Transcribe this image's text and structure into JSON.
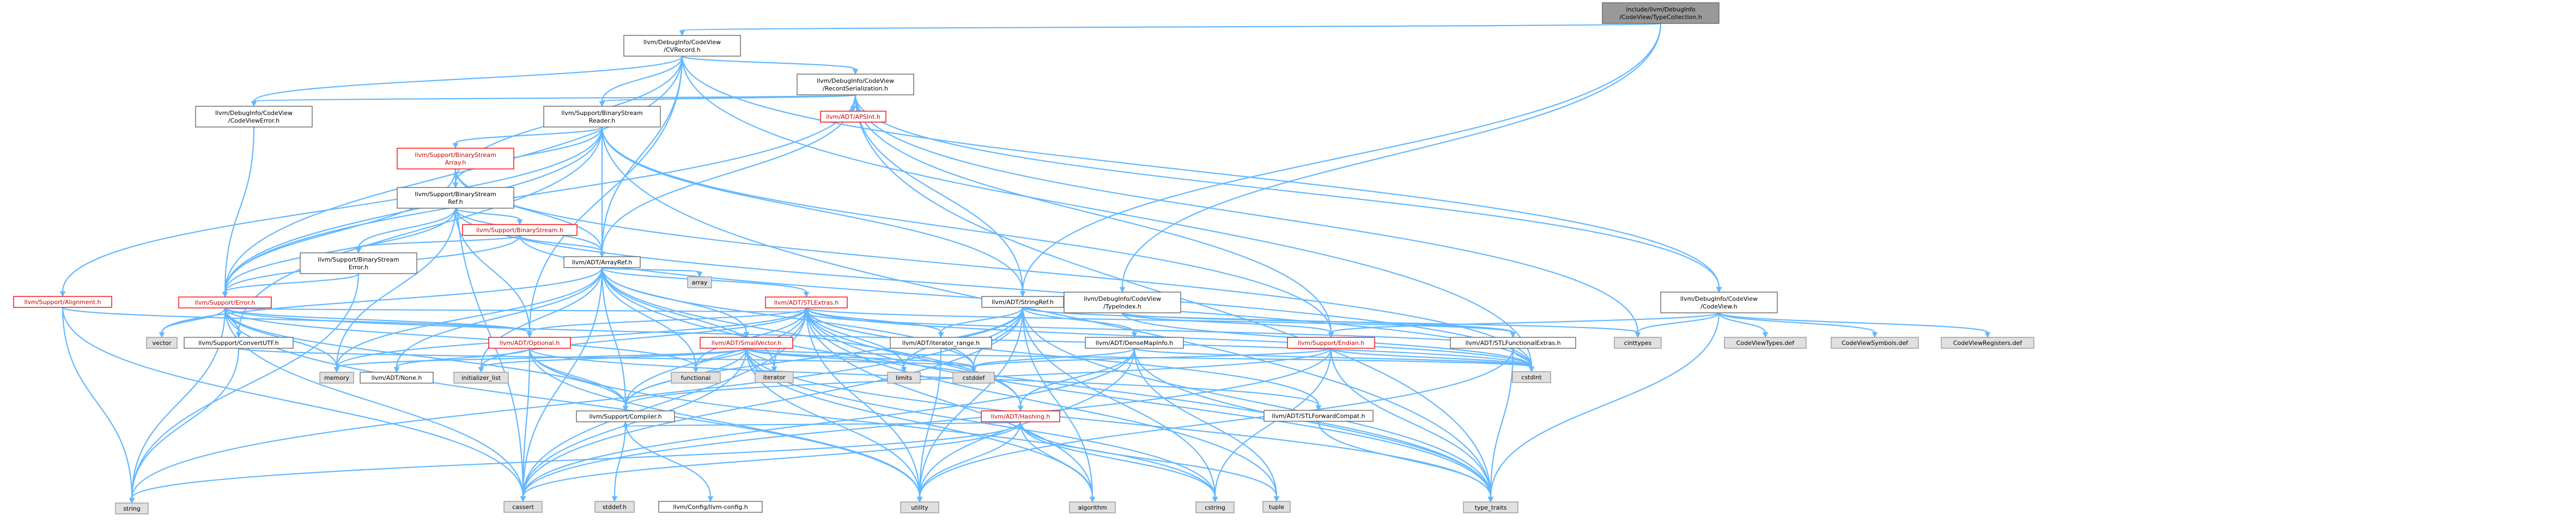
{
  "graph": {
    "colors": {
      "edge": "#63b8ff",
      "root_fill": "#999999",
      "border": "#666666",
      "red": "#ff0000",
      "system_fill": "#e0e0e0"
    },
    "nodes": [
      {
        "id": "root",
        "lines": [
          "include/llvm/DebugInfo",
          "/CodeView/TypeCollection.h"
        ],
        "type": "root"
      },
      {
        "id": "cvrecord",
        "lines": [
          "llvm/DebugInfo/CodeView",
          "/CVRecord.h"
        ],
        "type": "file"
      },
      {
        "id": "recser",
        "lines": [
          "llvm/DebugInfo/CodeView",
          "/RecordSerialization.h"
        ],
        "type": "file"
      },
      {
        "id": "cverror",
        "lines": [
          "llvm/DebugInfo/CodeView",
          "/CodeViewError.h"
        ],
        "type": "file"
      },
      {
        "id": "bsreader",
        "lines": [
          "llvm/Support/BinaryStream",
          "Reader.h"
        ],
        "type": "file"
      },
      {
        "id": "apsint",
        "lines": [
          "llvm/ADT/APSInt.h"
        ],
        "type": "red"
      },
      {
        "id": "bsarray",
        "lines": [
          "llvm/Support/BinaryStream",
          "Array.h"
        ],
        "type": "red"
      },
      {
        "id": "bsref",
        "lines": [
          "llvm/Support/BinaryStream",
          "Ref.h"
        ],
        "type": "file"
      },
      {
        "id": "bstream",
        "lines": [
          "llvm/Support/BinaryStream.h"
        ],
        "type": "red"
      },
      {
        "id": "bserror",
        "lines": [
          "llvm/Support/BinaryStream",
          "Error.h"
        ],
        "type": "file"
      },
      {
        "id": "arrayref",
        "lines": [
          "llvm/ADT/ArrayRef.h"
        ],
        "type": "file"
      },
      {
        "id": "alignment",
        "lines": [
          "llvm/Support/Alignment.h"
        ],
        "type": "red"
      },
      {
        "id": "error",
        "lines": [
          "llvm/Support/Error.h"
        ],
        "type": "red"
      },
      {
        "id": "stlextras",
        "lines": [
          "llvm/ADT/STLExtras.h"
        ],
        "type": "red"
      },
      {
        "id": "stringref",
        "lines": [
          "llvm/ADT/StringRef.h"
        ],
        "type": "file"
      },
      {
        "id": "typeindex",
        "lines": [
          "llvm/DebugInfo/CodeView",
          "/TypeIndex.h"
        ],
        "type": "file"
      },
      {
        "id": "codeview",
        "lines": [
          "llvm/DebugInfo/CodeView",
          "/CodeView.h"
        ],
        "type": "file"
      },
      {
        "id": "array",
        "lines": [
          "array"
        ],
        "type": "sys"
      },
      {
        "id": "convertutf",
        "lines": [
          "llvm/Support/ConvertUTF.h"
        ],
        "type": "file"
      },
      {
        "id": "optional",
        "lines": [
          "llvm/ADT/Optional.h"
        ],
        "type": "red"
      },
      {
        "id": "smallvector",
        "lines": [
          "llvm/ADT/SmallVector.h"
        ],
        "type": "red"
      },
      {
        "id": "iterrange",
        "lines": [
          "llvm/ADT/iterator_range.h"
        ],
        "type": "file"
      },
      {
        "id": "densemapinfo",
        "lines": [
          "llvm/ADT/DenseMapInfo.h"
        ],
        "type": "file"
      },
      {
        "id": "endian",
        "lines": [
          "llvm/Support/Endian.h"
        ],
        "type": "red"
      },
      {
        "id": "stlfunc",
        "lines": [
          "llvm/ADT/STLFunctionalExtras.h"
        ],
        "type": "file"
      },
      {
        "id": "vector",
        "lines": [
          "vector"
        ],
        "type": "sys"
      },
      {
        "id": "none",
        "lines": [
          "llvm/ADT/None.h"
        ],
        "type": "file"
      },
      {
        "id": "compiler",
        "lines": [
          "llvm/Support/Compiler.h"
        ],
        "type": "file"
      },
      {
        "id": "hashing",
        "lines": [
          "llvm/ADT/Hashing.h"
        ],
        "type": "red"
      },
      {
        "id": "stlfwd",
        "lines": [
          "llvm/ADT/STLForwardCompat.h"
        ],
        "type": "file"
      },
      {
        "id": "memory",
        "lines": [
          "memory"
        ],
        "type": "sys"
      },
      {
        "id": "initlist",
        "lines": [
          "initializer_list"
        ],
        "type": "sys"
      },
      {
        "id": "functional",
        "lines": [
          "functional"
        ],
        "type": "sys"
      },
      {
        "id": "iterator",
        "lines": [
          "iterator"
        ],
        "type": "sys"
      },
      {
        "id": "limits",
        "lines": [
          "limits"
        ],
        "type": "sys"
      },
      {
        "id": "cstddef",
        "lines": [
          "cstddef"
        ],
        "type": "sys"
      },
      {
        "id": "cinttypes",
        "lines": [
          "cinttypes"
        ],
        "type": "sys"
      },
      {
        "id": "cvtypesdef",
        "lines": [
          "CodeViewTypes.def"
        ],
        "type": "sys"
      },
      {
        "id": "cvsymdef",
        "lines": [
          "CodeViewSymbols.def"
        ],
        "type": "sys"
      },
      {
        "id": "cvregdef",
        "lines": [
          "CodeViewRegisters.def"
        ],
        "type": "sys"
      },
      {
        "id": "cstdint",
        "lines": [
          "cstdint"
        ],
        "type": "sys"
      },
      {
        "id": "string",
        "lines": [
          "string"
        ],
        "type": "sys"
      },
      {
        "id": "cassert",
        "lines": [
          "cassert"
        ],
        "type": "sys"
      },
      {
        "id": "stddef",
        "lines": [
          "stddef.h"
        ],
        "type": "sys"
      },
      {
        "id": "llvmconfig",
        "lines": [
          "llvm/Config/llvm-config.h"
        ],
        "type": "file"
      },
      {
        "id": "utility",
        "lines": [
          "utility"
        ],
        "type": "sys"
      },
      {
        "id": "algorithm",
        "lines": [
          "algorithm"
        ],
        "type": "sys"
      },
      {
        "id": "cstring",
        "lines": [
          "cstring"
        ],
        "type": "sys"
      },
      {
        "id": "tuple",
        "lines": [
          "tuple"
        ],
        "type": "sys"
      },
      {
        "id": "typetraits",
        "lines": [
          "type_traits"
        ],
        "type": "sys"
      }
    ],
    "edges": [
      [
        "root",
        "cvrecord"
      ],
      [
        "root",
        "stringref"
      ],
      [
        "root",
        "typeindex"
      ],
      [
        "cvrecord",
        "recser"
      ],
      [
        "cvrecord",
        "cverror"
      ],
      [
        "cvrecord",
        "bsreader"
      ],
      [
        "cvrecord",
        "bsref"
      ],
      [
        "cvrecord",
        "arrayref"
      ],
      [
        "cvrecord",
        "error"
      ],
      [
        "cvrecord",
        "optional"
      ],
      [
        "cvrecord",
        "codeview"
      ],
      [
        "cvrecord",
        "cstdint"
      ],
      [
        "recser",
        "cverror"
      ],
      [
        "recser",
        "bsreader"
      ],
      [
        "recser",
        "apsint"
      ],
      [
        "recser",
        "arrayref"
      ],
      [
        "recser",
        "stringref"
      ],
      [
        "recser",
        "codeview"
      ],
      [
        "recser",
        "endian"
      ],
      [
        "recser",
        "error"
      ],
      [
        "recser",
        "cinttypes"
      ],
      [
        "recser",
        "typetraits"
      ],
      [
        "cverror",
        "error"
      ],
      [
        "bsreader",
        "bsarray"
      ],
      [
        "bsreader",
        "bsref"
      ],
      [
        "bsreader",
        "arrayref"
      ],
      [
        "bsreader",
        "stringref"
      ],
      [
        "bsreader",
        "alignment"
      ],
      [
        "bsreader",
        "convertutf"
      ],
      [
        "bsreader",
        "endian"
      ],
      [
        "bsreader",
        "error"
      ],
      [
        "bsreader",
        "typetraits"
      ],
      [
        "bsarray",
        "bsref"
      ],
      [
        "bsarray",
        "arrayref"
      ],
      [
        "bsarray",
        "error"
      ],
      [
        "bsarray",
        "cassert"
      ],
      [
        "bsarray",
        "cstdint"
      ],
      [
        "bsref",
        "bstream"
      ],
      [
        "bsref",
        "bserror"
      ],
      [
        "bsref",
        "arrayref"
      ],
      [
        "bsref",
        "optional"
      ],
      [
        "bsref",
        "error"
      ],
      [
        "bsref",
        "cstdint"
      ],
      [
        "bsref",
        "memory"
      ],
      [
        "bstream",
        "bserror"
      ],
      [
        "bstream",
        "arrayref"
      ],
      [
        "bstream",
        "error"
      ],
      [
        "bstream",
        "cstdint"
      ],
      [
        "bserror",
        "error"
      ],
      [
        "bserror",
        "string"
      ],
      [
        "arrayref",
        "array"
      ],
      [
        "arrayref",
        "stlextras"
      ],
      [
        "arrayref",
        "smallvector"
      ],
      [
        "arrayref",
        "hashing"
      ],
      [
        "arrayref",
        "none"
      ],
      [
        "arrayref",
        "compiler"
      ],
      [
        "arrayref",
        "cassert"
      ],
      [
        "arrayref",
        "cstddef"
      ],
      [
        "arrayref",
        "functional"
      ],
      [
        "arrayref",
        "initlist"
      ],
      [
        "arrayref",
        "iterator"
      ],
      [
        "arrayref",
        "memory"
      ],
      [
        "arrayref",
        "typetraits"
      ],
      [
        "arrayref",
        "vector"
      ],
      [
        "alignment",
        "string"
      ],
      [
        "alignment",
        "cassert"
      ],
      [
        "alignment",
        "optional"
      ],
      [
        "error",
        "vector"
      ],
      [
        "error",
        "convertutf"
      ],
      [
        "error",
        "stlextras"
      ],
      [
        "error",
        "optional"
      ],
      [
        "error",
        "compiler"
      ],
      [
        "error",
        "cassert"
      ],
      [
        "error",
        "cstdint"
      ],
      [
        "error",
        "functional"
      ],
      [
        "error",
        "memory"
      ],
      [
        "error",
        "string"
      ],
      [
        "error",
        "utility"
      ],
      [
        "stlextras",
        "optional"
      ],
      [
        "stlextras",
        "stlfunc"
      ],
      [
        "stlextras",
        "stlfwd"
      ],
      [
        "stlextras",
        "iterrange"
      ],
      [
        "stlextras",
        "compiler"
      ],
      [
        "stlextras",
        "hashing"
      ],
      [
        "stlextras",
        "algorithm"
      ],
      [
        "stlextras",
        "cassert"
      ],
      [
        "stlextras",
        "cstddef"
      ],
      [
        "stlextras",
        "cstdint"
      ],
      [
        "stlextras",
        "functional"
      ],
      [
        "stlextras",
        "initlist"
      ],
      [
        "stlextras",
        "iterator"
      ],
      [
        "stlextras",
        "limits"
      ],
      [
        "stlextras",
        "memory"
      ],
      [
        "stlextras",
        "tuple"
      ],
      [
        "stlextras",
        "typetraits"
      ],
      [
        "stlextras",
        "utility"
      ],
      [
        "stringref",
        "densemapinfo"
      ],
      [
        "stringref",
        "stlfunc"
      ],
      [
        "stringref",
        "iterrange"
      ],
      [
        "stringref",
        "compiler"
      ],
      [
        "stringref",
        "algorithm"
      ],
      [
        "stringref",
        "cassert"
      ],
      [
        "stringref",
        "cstddef"
      ],
      [
        "stringref",
        "cstring"
      ],
      [
        "stringref",
        "limits"
      ],
      [
        "stringref",
        "string"
      ],
      [
        "stringref",
        "typetraits"
      ],
      [
        "stringref",
        "utility"
      ],
      [
        "typeindex",
        "endian"
      ],
      [
        "typeindex",
        "cinttypes"
      ],
      [
        "typeindex",
        "cstdint"
      ],
      [
        "codeview",
        "endian"
      ],
      [
        "codeview",
        "cinttypes"
      ],
      [
        "codeview",
        "cvtypesdef"
      ],
      [
        "codeview",
        "cvsymdef"
      ],
      [
        "codeview",
        "cvregdef"
      ],
      [
        "codeview",
        "typetraits"
      ],
      [
        "optional",
        "none"
      ],
      [
        "optional",
        "stlfwd"
      ],
      [
        "optional",
        "compiler"
      ],
      [
        "optional",
        "cassert"
      ],
      [
        "optional",
        "cstring"
      ],
      [
        "optional",
        "new"
      ],
      [
        "optional",
        "utility"
      ],
      [
        "smallvector",
        "compiler"
      ],
      [
        "smallvector",
        "algorithm"
      ],
      [
        "smallvector",
        "cassert"
      ],
      [
        "smallvector",
        "cstddef"
      ],
      [
        "smallvector",
        "cstdint"
      ],
      [
        "smallvector",
        "cstdlib"
      ],
      [
        "smallvector",
        "cstring"
      ],
      [
        "smallvector",
        "functional"
      ],
      [
        "smallvector",
        "initlist"
      ],
      [
        "smallvector",
        "iterator"
      ],
      [
        "smallvector",
        "limits"
      ],
      [
        "smallvector",
        "memory"
      ],
      [
        "smallvector",
        "typetraits"
      ],
      [
        "smallvector",
        "utility"
      ],
      [
        "iterrange",
        "utility"
      ],
      [
        "densemapinfo",
        "hashing"
      ],
      [
        "densemapinfo",
        "cassert"
      ],
      [
        "densemapinfo",
        "cstddef"
      ],
      [
        "densemapinfo",
        "cstdint"
      ],
      [
        "densemapinfo",
        "tuple"
      ],
      [
        "densemapinfo",
        "typetraits"
      ],
      [
        "densemapinfo",
        "utility"
      ],
      [
        "endian",
        "compiler"
      ],
      [
        "endian",
        "cassert"
      ],
      [
        "endian",
        "cstddef"
      ],
      [
        "endian",
        "cstdint"
      ],
      [
        "endian",
        "cstring"
      ],
      [
        "endian",
        "typetraits"
      ],
      [
        "stlfunc",
        "stlextras"
      ],
      [
        "stlfunc",
        "cstdint"
      ],
      [
        "stlfunc",
        "typetraits"
      ],
      [
        "stlfunc",
        "utility"
      ],
      [
        "compiler",
        "llvmconfig"
      ],
      [
        "compiler",
        "stddef"
      ],
      [
        "hashing",
        "compiler"
      ],
      [
        "hashing",
        "algorithm"
      ],
      [
        "hashing",
        "cassert"
      ],
      [
        "hashing",
        "cstring"
      ],
      [
        "hashing",
        "string"
      ],
      [
        "hashing",
        "tuple"
      ],
      [
        "hashing",
        "utility"
      ],
      [
        "stlfwd",
        "typetraits"
      ],
      [
        "convertutf",
        "string"
      ],
      [
        "convertutf",
        "cstddef"
      ]
    ]
  }
}
